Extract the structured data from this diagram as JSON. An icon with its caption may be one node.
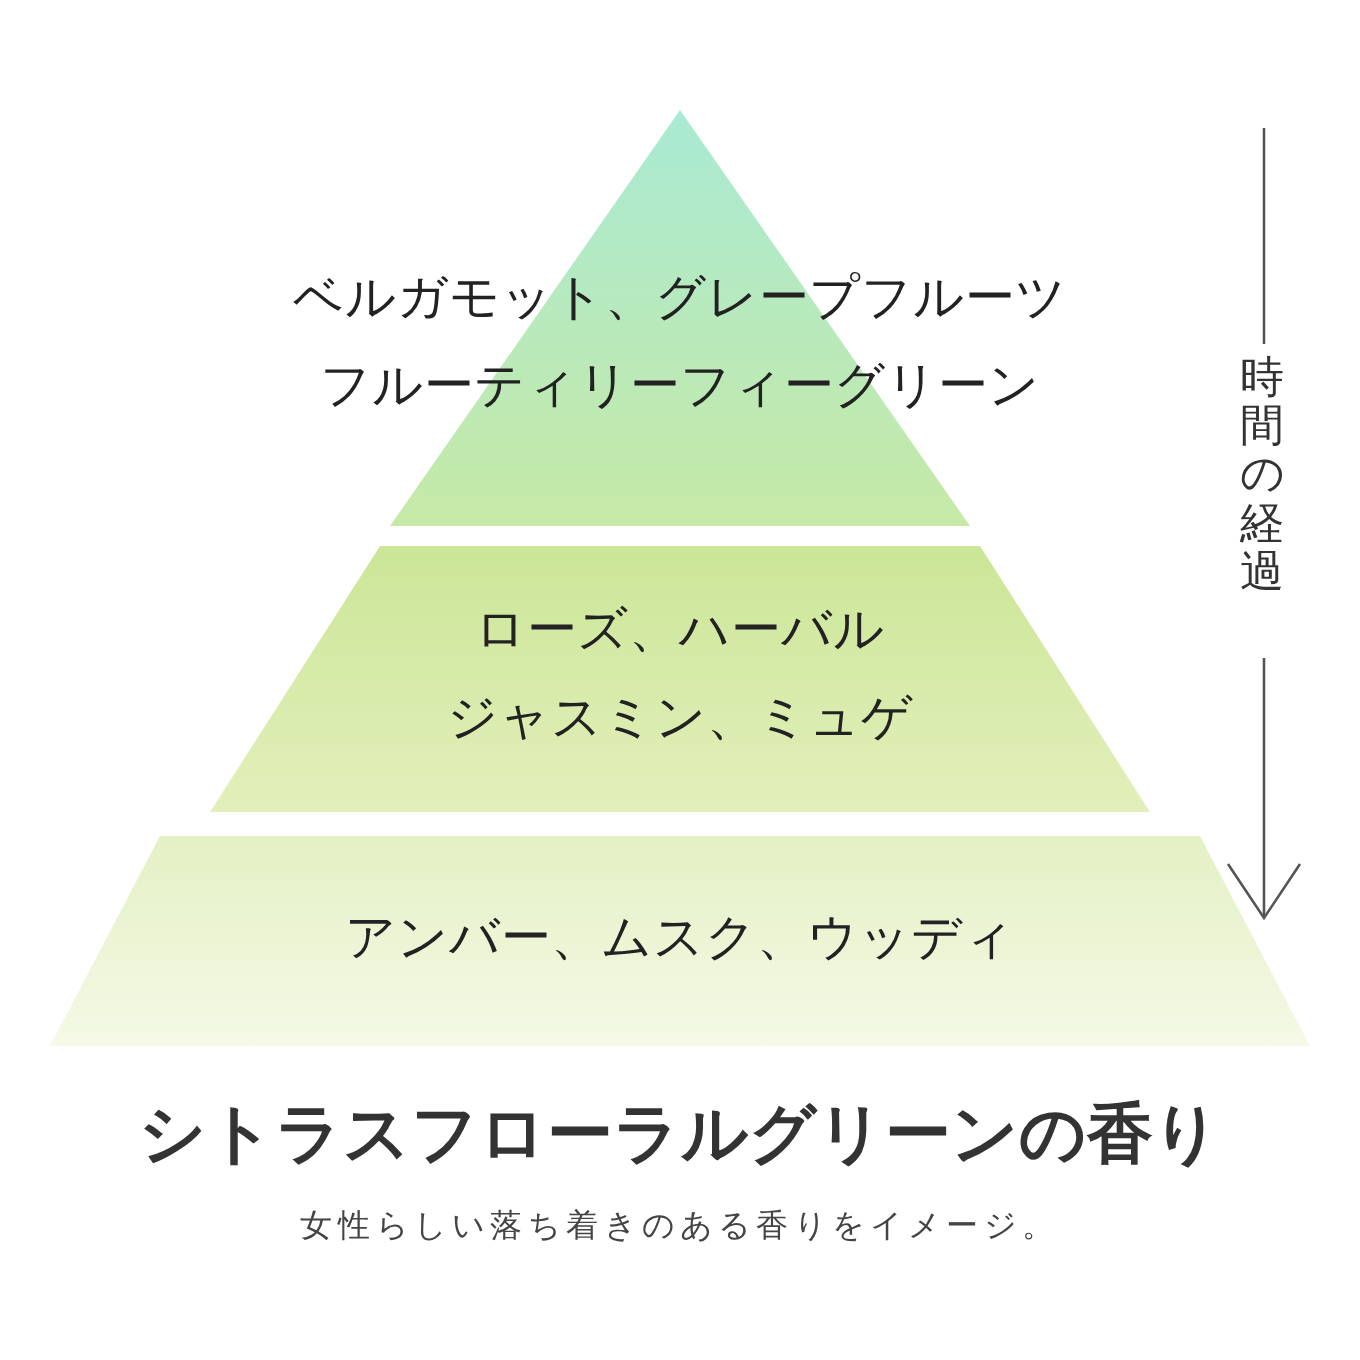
{
  "diagram": {
    "title": "シトラスフローラルグリーンの香り",
    "caption": "女性らしい落ち着きのある香りをイメージ。",
    "nodes": [
      {
        "text": [
          "ベルガモット、グレープフルーツ",
          "フルーティリーフィーグリーン"
        ]
      },
      {
        "text": [
          "ローズ、ハーバル",
          "ジャスミン、ミュゲ"
        ]
      },
      {
        "text": [
          "アンバー、ムスク、ウッディ"
        ]
      }
    ],
    "edges": [],
    "labels": [
      "時間の経過"
    ]
  }
}
